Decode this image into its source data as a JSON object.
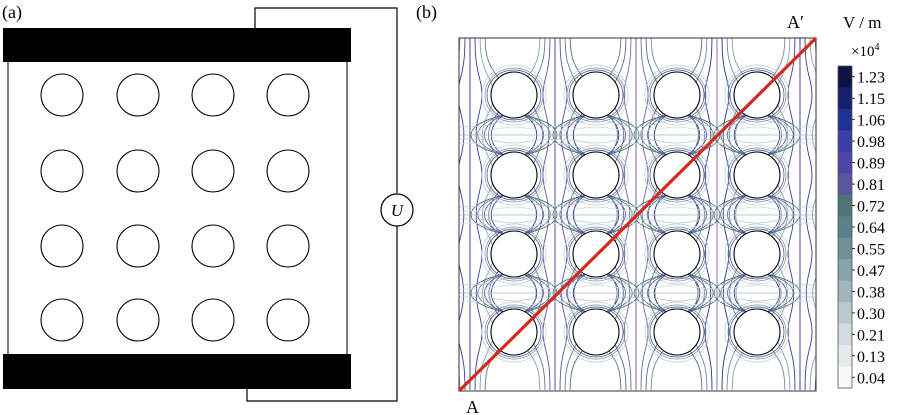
{
  "panel_a": {
    "label": "(a)",
    "source_symbol": "U",
    "inclusion_grid": {
      "rows": 4,
      "cols": 4
    }
  },
  "panel_b": {
    "label": "(b)",
    "diagonal_start_label": "A",
    "diagonal_end_label": "A′",
    "inclusion_grid": {
      "rows": 4,
      "cols": 4
    },
    "diagonal_color": "#d42a1e",
    "colorbar": {
      "unit": "V / m",
      "multiplier_base": "×10",
      "multiplier_exp": "4",
      "ticks": [
        "1.23",
        "1.15",
        "1.06",
        "0.98",
        "0.89",
        "0.81",
        "0.72",
        "0.64",
        "0.55",
        "0.47",
        "0.38",
        "0.30",
        "0.21",
        "0.13",
        "0.04"
      ],
      "colors": [
        "#0d1247",
        "#14206e",
        "#1e3296",
        "#3a3ea6",
        "#4e44a6",
        "#5a56a0",
        "#4f7478",
        "#5a8088",
        "#6f9096",
        "#86a4aa",
        "#a0b6ba",
        "#b9c9cc",
        "#d2dcde",
        "#e6ecee",
        "#f8fafa"
      ]
    }
  }
}
